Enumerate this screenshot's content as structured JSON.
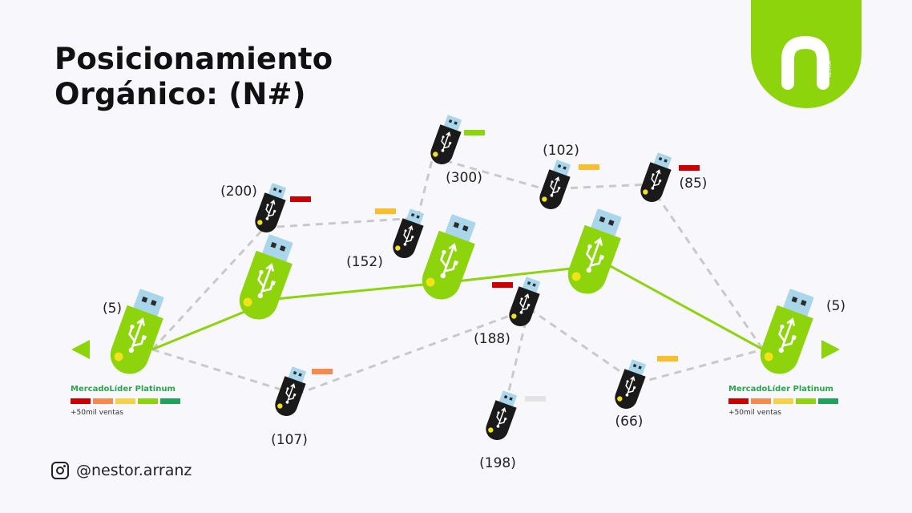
{
  "title": {
    "line1": "Posicionamiento",
    "line2": "Orgánico: (N#)"
  },
  "logo": {
    "letter": "n",
    "side_text": "NESTOR"
  },
  "colors": {
    "green": "#8ed40c",
    "dark": "#1a1a1a",
    "usb_head": "#a9d6ea",
    "dot": "#f2e21a",
    "dashed_line": "#c9c9c9",
    "reputation": [
      "#cc0000",
      "#f48a4d",
      "#f7d04a",
      "#8ed40c",
      "#1fa35a"
    ]
  },
  "nodes": [
    {
      "id": "left-main",
      "kind": "green",
      "label": "(5)",
      "bar": ""
    },
    {
      "id": "right-main",
      "kind": "green",
      "label": "(5)",
      "bar": ""
    },
    {
      "id": "g1",
      "kind": "green",
      "label": "",
      "bar": ""
    },
    {
      "id": "g2",
      "kind": "green",
      "label": "",
      "bar": ""
    },
    {
      "id": "g3",
      "kind": "green",
      "label": "",
      "bar": ""
    },
    {
      "id": "n200",
      "kind": "black",
      "label": "(200)",
      "bar": "#cc0000"
    },
    {
      "id": "n152",
      "kind": "black",
      "label": "(152)",
      "bar": "#f7c02a"
    },
    {
      "id": "n300",
      "kind": "black",
      "label": "(300)",
      "bar": "#8ed40c"
    },
    {
      "id": "n102",
      "kind": "black",
      "label": "(102)",
      "bar": "#f7c02a"
    },
    {
      "id": "n85",
      "kind": "black",
      "label": "(85)",
      "bar": "#cc0000"
    },
    {
      "id": "n188",
      "kind": "black",
      "label": "(188)",
      "bar": "#cc0000"
    },
    {
      "id": "n107",
      "kind": "black",
      "label": "(107)",
      "bar": "#f48a4d"
    },
    {
      "id": "n198",
      "kind": "black",
      "label": "(198)",
      "bar": "#e3e3e3"
    },
    {
      "id": "n66",
      "kind": "black",
      "label": "(66)",
      "bar": "#f7c02a"
    }
  ],
  "edges": {
    "dashed": [
      [
        "left-main",
        "n200"
      ],
      [
        "n200",
        "n152"
      ],
      [
        "n152",
        "n300"
      ],
      [
        "n300",
        "n102"
      ],
      [
        "n102",
        "n85"
      ],
      [
        "n85",
        "right-main"
      ],
      [
        "left-main",
        "n107"
      ],
      [
        "n107",
        "n188"
      ],
      [
        "n188",
        "n198"
      ],
      [
        "n188",
        "n66"
      ],
      [
        "n66",
        "right-main"
      ]
    ],
    "solid": [
      [
        "left-main",
        "g1"
      ],
      [
        "g1",
        "g2"
      ],
      [
        "g2",
        "g3"
      ],
      [
        "g3",
        "right-main"
      ]
    ]
  },
  "mercadolider": {
    "title": "MercadoLíder Platinum",
    "sales": "+50mil ventas"
  },
  "footer": {
    "handle": "@nestor.arranz",
    "icon": "instagram-icon"
  }
}
